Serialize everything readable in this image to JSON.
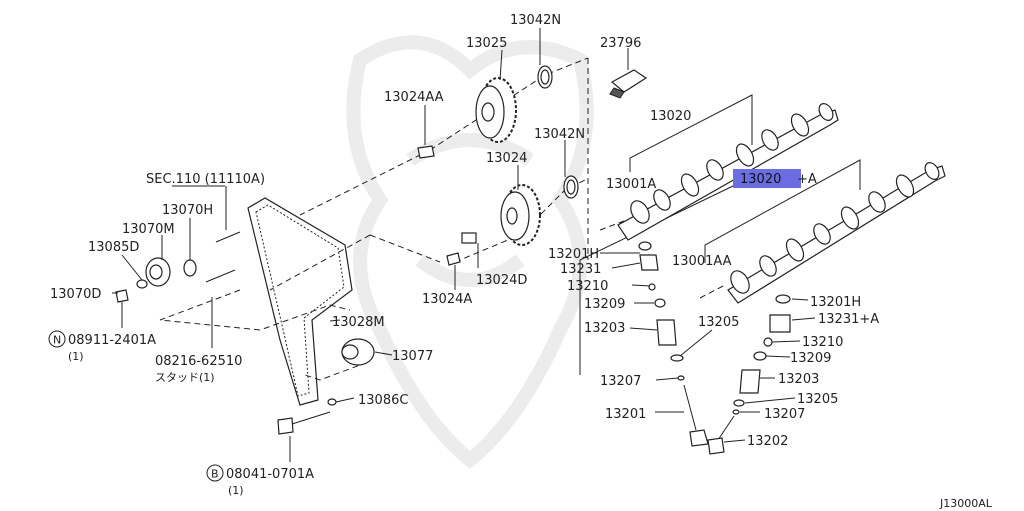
{
  "diagram": {
    "highlight_color": "#6a6ee0",
    "reference_code": "J13000AL",
    "labels": {
      "p13042N_a": "13042N",
      "p13025": "13025",
      "p23796": "23796",
      "p13024AA": "13024AA",
      "p13020": "13020",
      "p13042N_b": "13042N",
      "p13024": "13024",
      "p13001A": "13001A",
      "p13020A_main": "13020",
      "p13020A_suffix": "+A",
      "sec110": "SEC.110 (11110A)",
      "p13070H": "13070H",
      "p13070M": "13070M",
      "p13085D": "13085D",
      "p13070D": "13070D",
      "p13201H_a": "13201H",
      "p13001AA": "13001AA",
      "p13231": "13231",
      "p13210_a": "13210",
      "p13024D": "13024D",
      "p13024A": "13024A",
      "p13209_a": "13209",
      "p13201H_b": "13201H",
      "p13231A": "13231+A",
      "p13028M": "13028M",
      "p13203_a": "13203",
      "p13205_a": "13205",
      "p13210_b": "13210",
      "p13209_b": "13209",
      "p13077": "13077",
      "p13203_b": "13203",
      "p13207_a": "13207",
      "p13205_b": "13205",
      "p13207_b": "13207",
      "p13086C": "13086C",
      "p13201": "13201",
      "p13202": "13202",
      "n08911": "08911-2401A",
      "n08911_qty": "(1)",
      "n08216": "08216-62510",
      "n08216_note": "スタッド(1)",
      "b08041": "08041-0701A",
      "b08041_qty": "(1)",
      "circle_n": "N",
      "circle_b": "B"
    }
  }
}
